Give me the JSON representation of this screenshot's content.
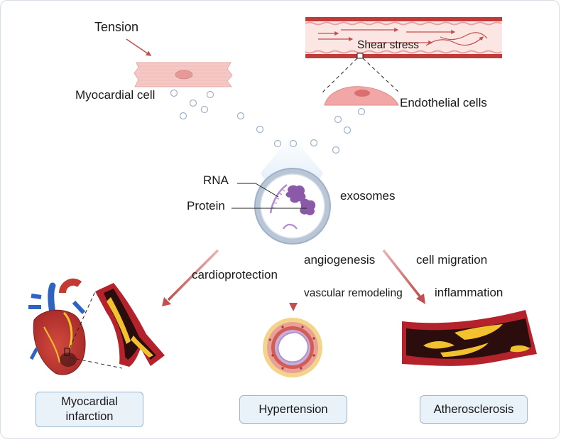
{
  "labels": {
    "tension": "Tension",
    "shear_stress": "Shear stress",
    "myocardial_cell": "Myocardial cell",
    "endothelial_cells": "Endothelial cells",
    "rna": "RNA",
    "protein": "Protein",
    "exosomes": "exosomes",
    "cardioprotection": "cardioprotection",
    "angiogenesis": "angiogenesis",
    "vascular_remodeling": "vascular remodeling",
    "cell_migration": "cell migration",
    "inflammation": "inflammation"
  },
  "outcomes": {
    "myocardial_infarction_line1": "Myocardial",
    "myocardial_infarction_line2": "infarction",
    "hypertension": "Hypertension",
    "atherosclerosis": "Atherosclerosis"
  },
  "colors": {
    "arrow": "#c0504d",
    "vessel_red": "#b4232c",
    "plaque_yellow": "#f2c12e",
    "exosome_ring": "#9fb1c8",
    "cargo_purple": "#8a5aa8",
    "box_fill": "#e9f1f9",
    "box_border": "#9db6cf"
  }
}
